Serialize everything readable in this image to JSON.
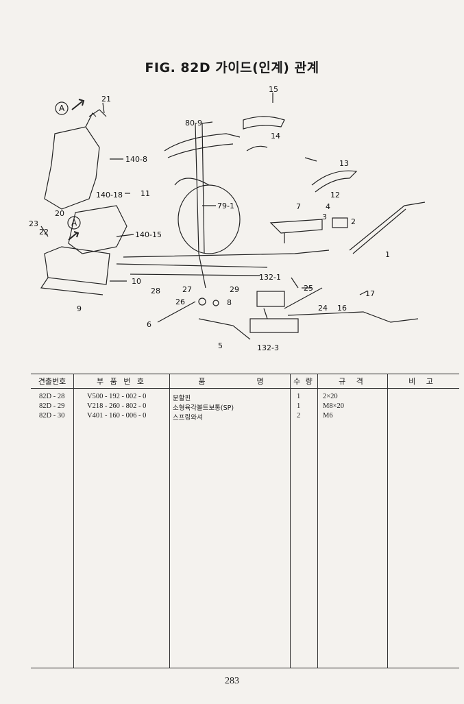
{
  "title": "FIG. 82D 가이드(인계) 관계",
  "diagram": {
    "callouts": [
      "21",
      "15",
      "80-9",
      "14",
      "140-8",
      "13",
      "12",
      "140-18",
      "11",
      "79-1",
      "7",
      "4",
      "3",
      "2",
      "23",
      "22",
      "20",
      "140-15",
      "1",
      "10",
      "132-1",
      "25",
      "17",
      "28",
      "27",
      "29",
      "9",
      "26",
      "8",
      "24",
      "16",
      "6",
      "5",
      "132-3"
    ],
    "circle_letter": "A"
  },
  "table": {
    "headers": [
      "견출번호",
      "부 품 번 호",
      "품",
      "명",
      "수 량",
      "규 격",
      "비 고"
    ],
    "rows": [
      {
        "ref": "82D - 28",
        "part_no": "V500 - 192 - 002 - 0",
        "name": "분할핀",
        "qty": "1",
        "spec": "2×20",
        "note": ""
      },
      {
        "ref": "82D - 29",
        "part_no": "V218 - 260 - 802 - 0",
        "name": "소형육각볼트보통(SP)",
        "qty": "1",
        "spec": "M8×20",
        "note": ""
      },
      {
        "ref": "82D - 30",
        "part_no": "V401 - 160 - 006 - 0",
        "name": "스프링와셔",
        "qty": "2",
        "spec": "M6",
        "note": ""
      }
    ]
  },
  "page_number": "283",
  "colors": {
    "ink": "#1a1a1a",
    "paper": "#f4f2ee"
  }
}
